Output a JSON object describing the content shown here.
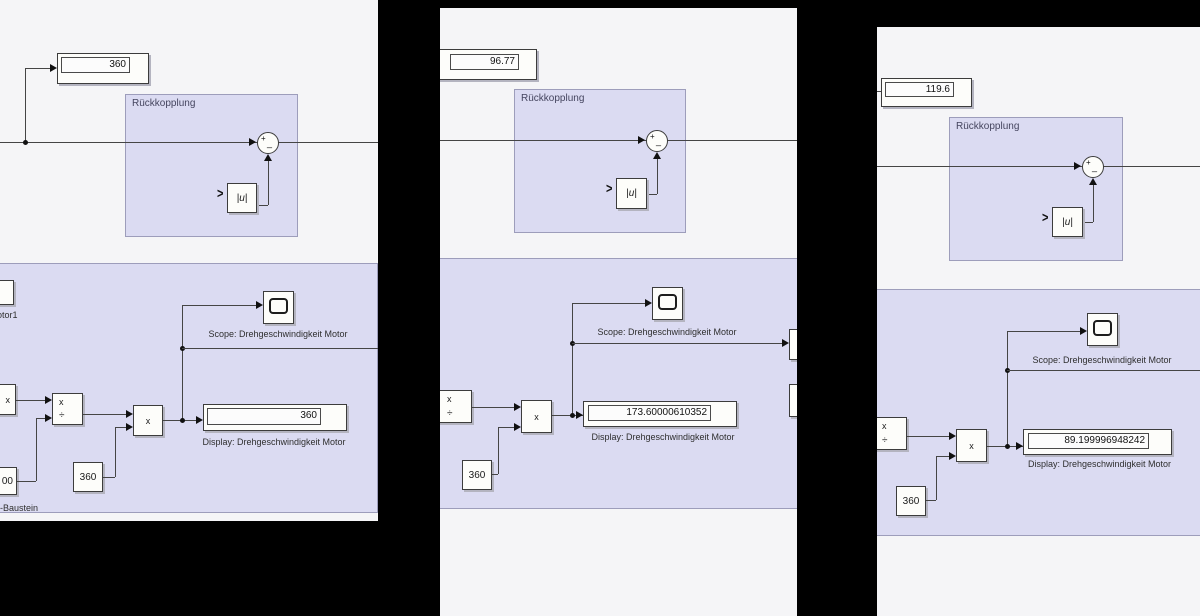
{
  "app": "Simulink model view (3 tiled windows)",
  "colors": {
    "background": "#000000",
    "canvas": "#f5f5f7",
    "area_fill": "#dbdbf2",
    "area_border": "#9d9dbb",
    "block_fill": "#fdfdfa",
    "block_border": "#3c3c3c",
    "wire": "#454545"
  },
  "panels": [
    {
      "top_display_value": "360",
      "feedback_label": "Rückkopplung",
      "sum_plus": "+",
      "sum_minus": "_",
      "abs_label": "|u|",
      "abs_port_chevron": ">",
      "scope_label": "Scope: Drehgeschwindigkeit Motor",
      "display_label": "Display: Drehgeschwindigkeit Motor",
      "display_value": "360",
      "constant_value": "360",
      "product_label": "x",
      "divide_x": "x",
      "divide_sign": "÷",
      "partial_motor_label": "otor1",
      "partial_product_label": "x",
      "partial_constant_value": "00",
      "partial_baustein_label": "-Baustein"
    },
    {
      "top_display_value": "96.77",
      "feedback_label": "Rückkopplung",
      "sum_plus": "+",
      "sum_minus": "_",
      "abs_label": "|u|",
      "abs_port_chevron": ">",
      "scope_label": "Scope: Drehgeschwindigkeit Motor",
      "display_label": "Display: Drehgeschwindigkeit Motor",
      "display_value": "173.60000610352",
      "constant_value": "360",
      "product_label": "x",
      "divide_x": "x",
      "divide_sign": "÷"
    },
    {
      "top_display_value": "119.6",
      "feedback_label": "Rückkopplung",
      "sum_plus": "+",
      "sum_minus": "_",
      "abs_label": "|u|",
      "abs_port_chevron": ">",
      "scope_label": "Scope: Drehgeschwindigkeit Motor",
      "display_label": "Display: Drehgeschwindigkeit Motor",
      "display_value": "89.199996948242",
      "constant_value": "360",
      "product_label": "x",
      "divide_x": "x",
      "divide_sign": "÷"
    }
  ]
}
